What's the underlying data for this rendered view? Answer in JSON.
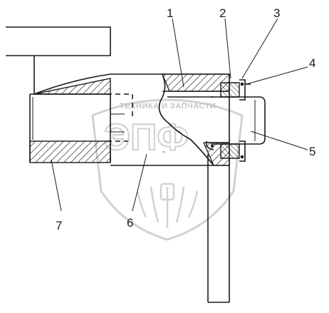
{
  "watermark": {
    "caption": "ТЕХНИКА И ЗАПЧАСТИ",
    "letters": "ЭПФ",
    "emblem": "shield-wheat-emblem"
  },
  "callouts": [
    "1",
    "2",
    "3",
    "4",
    "5",
    "6",
    "7"
  ],
  "colors": {
    "line": "#1a1a1a",
    "watermark": "#cfcfcf",
    "background": "#ffffff"
  }
}
